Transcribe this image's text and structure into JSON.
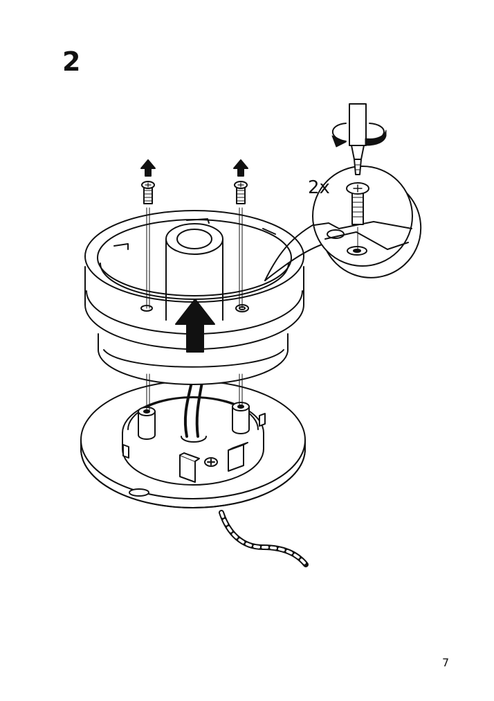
{
  "step": {
    "number": "2"
  },
  "detail": {
    "quantity": "2x"
  },
  "footer": {
    "page_number": "7"
  },
  "icons": [
    "screw-icon",
    "up-arrow-icon",
    "screwdriver-icon",
    "rotation-arrow-icon",
    "lamp-base-icon",
    "ring-housing-icon",
    "cable-icon"
  ]
}
